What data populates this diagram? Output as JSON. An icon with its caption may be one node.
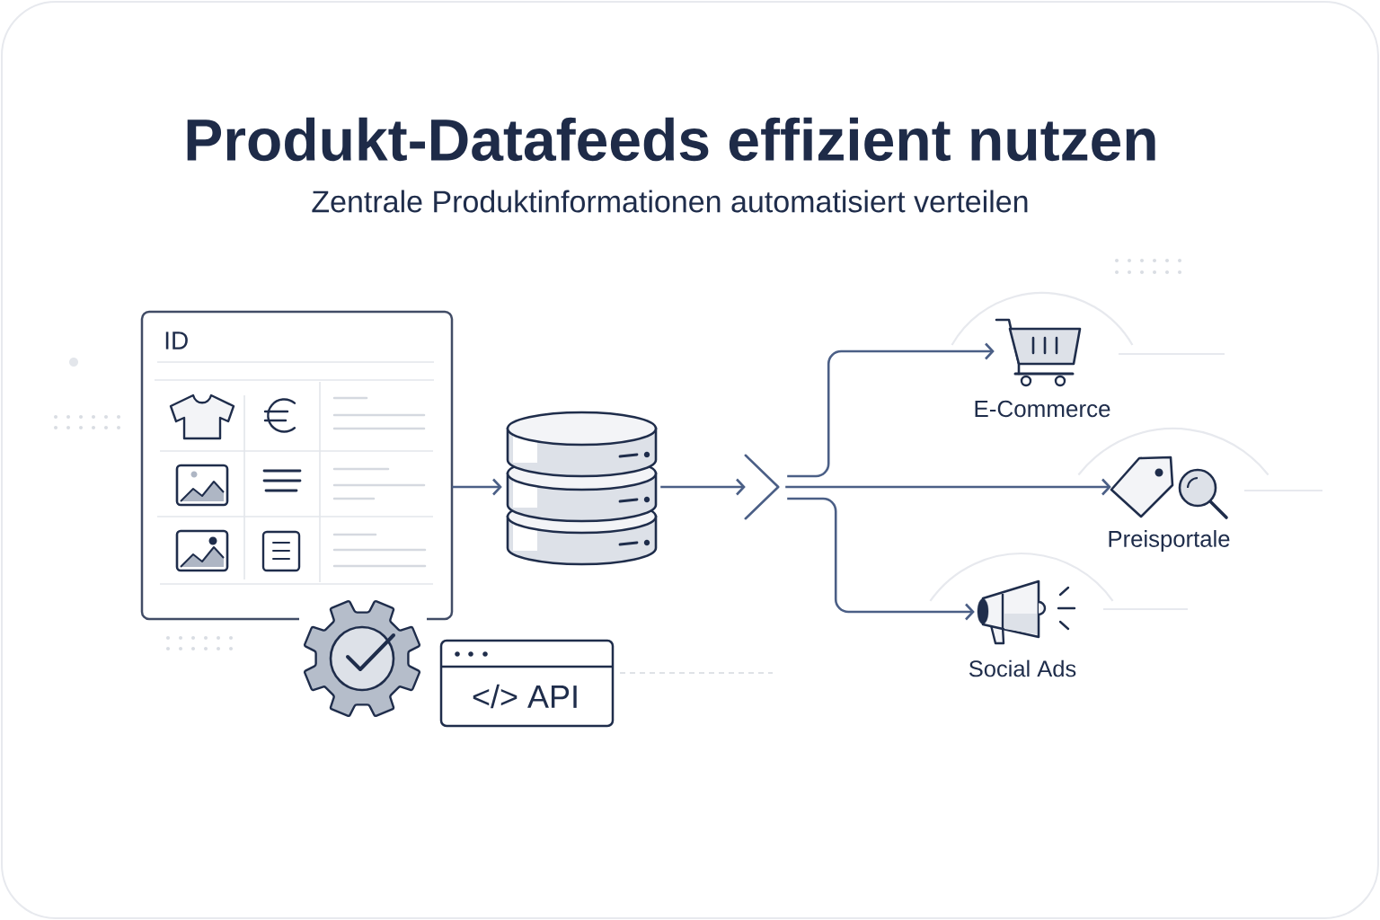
{
  "diagram": {
    "title": "Produkt-Datafeeds effizient nutzen",
    "nodes": [
      {
        "text": [
          "ID"
        ]
      },
      {
        "text": [],
        "shape": "cylinder"
      },
      {
        "text": [],
        "shape": "chevron"
      },
      {
        "text": [
          "E-Commerce"
        ]
      },
      {
        "text": [
          "Preisportale"
        ]
      },
      {
        "text": [
          "Social Ads"
        ]
      },
      {
        "text": [
          "</> API"
        ]
      }
    ],
    "edges": [
      {
        "from": 0,
        "to": 1,
        "arrow": "to"
      },
      {
        "from": 1,
        "to": 2,
        "arrow": "to"
      },
      {
        "from": 2,
        "to": 3,
        "arrow": "to"
      },
      {
        "from": 2,
        "to": 4,
        "arrow": "to"
      },
      {
        "from": 2,
        "to": 5,
        "arrow": "to"
      }
    ],
    "labels": [
      "Zentrale Produktinformationen automatisiert verteilen"
    ]
  }
}
